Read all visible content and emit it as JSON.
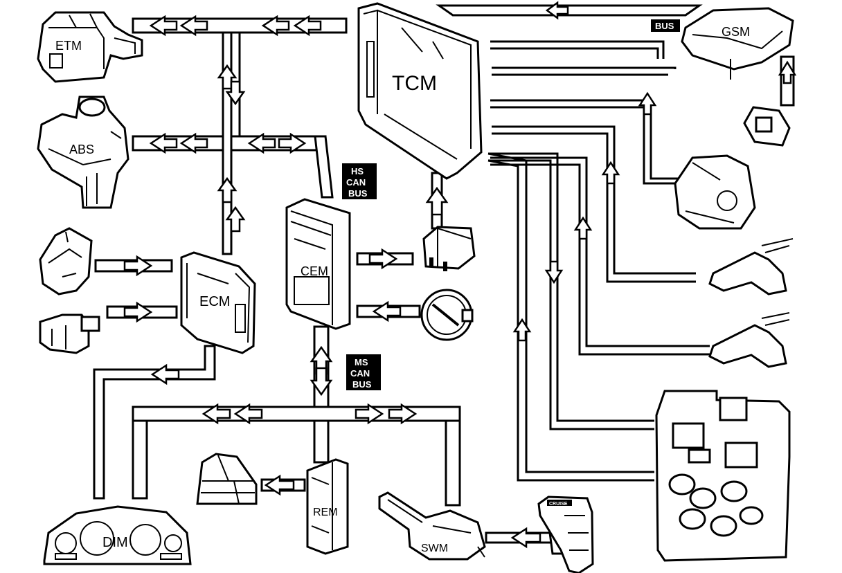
{
  "modules": {
    "etm": "ETM",
    "abs": "ABS",
    "ecm": "ECM",
    "cem": "CEM",
    "tcm": "TCM",
    "gsm": "GSM",
    "rem": "REM",
    "swm": "SWM",
    "dim": "DIM"
  },
  "bus_badges": {
    "upper": [
      "HS",
      "CAN",
      "BUS"
    ],
    "lower": [
      "MS",
      "CAN",
      "BUS"
    ],
    "lin": "BUS"
  },
  "cruise_label": "CRUISE"
}
